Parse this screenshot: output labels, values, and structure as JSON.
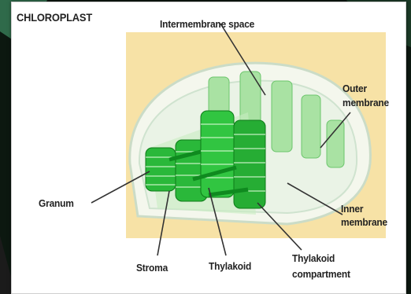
{
  "diagram": {
    "title": "CHLOROPLAST",
    "labels": {
      "intermembrane_space": "Intermembrane space",
      "outer_membrane_1": "Outer",
      "outer_membrane_2": "membrane",
      "granum": "Granum",
      "inner_membrane_1": "Inner",
      "inner_membrane_2": "membrane",
      "stroma": "Stroma",
      "thylakoid": "Thylakoid",
      "thylakoid_compartment_1": "Thylakoid",
      "thylakoid_compartment_2": "compartment"
    },
    "colors": {
      "background_panel": "#f7e2a6",
      "thylakoid_green": "#2fbf3a",
      "thylakoid_light": "#9fe59a",
      "membrane": "#e6efe6",
      "leader_line": "#333333"
    }
  }
}
